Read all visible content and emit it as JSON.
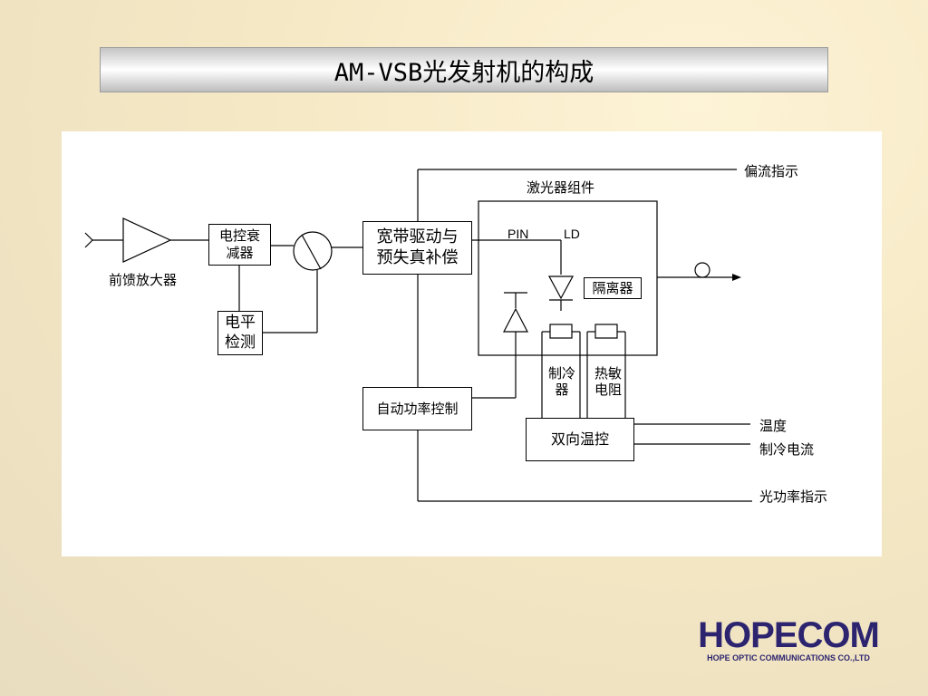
{
  "slide": {
    "title": "AM-VSB光发射机的构成"
  },
  "diagram": {
    "amplifier_label": "前馈放大器",
    "attenuator_label": "电控衰\n减器",
    "level_detect_label": "电平\n检测",
    "driver_label": "宽带驱动与\n预失真补偿",
    "apc_label": "自动功率控制",
    "laser_module_label": "激光器组件",
    "pin_label": "PIN",
    "ld_label": "LD",
    "isolator_label": "隔离器",
    "cooler_label": "制冷\n器",
    "thermistor_label": "热敏\n电阻",
    "temp_control_label": "双向温控",
    "bias_indicator_label": "偏流指示",
    "temperature_label": "温度",
    "cooling_current_label": "制冷电流",
    "optical_power_label": "光功率指示"
  },
  "logo": {
    "name": "HOPECOM",
    "subtitle": "HOPE OPTIC COMMUNICATIONS CO.,LTD",
    "color": "#2d2470"
  }
}
